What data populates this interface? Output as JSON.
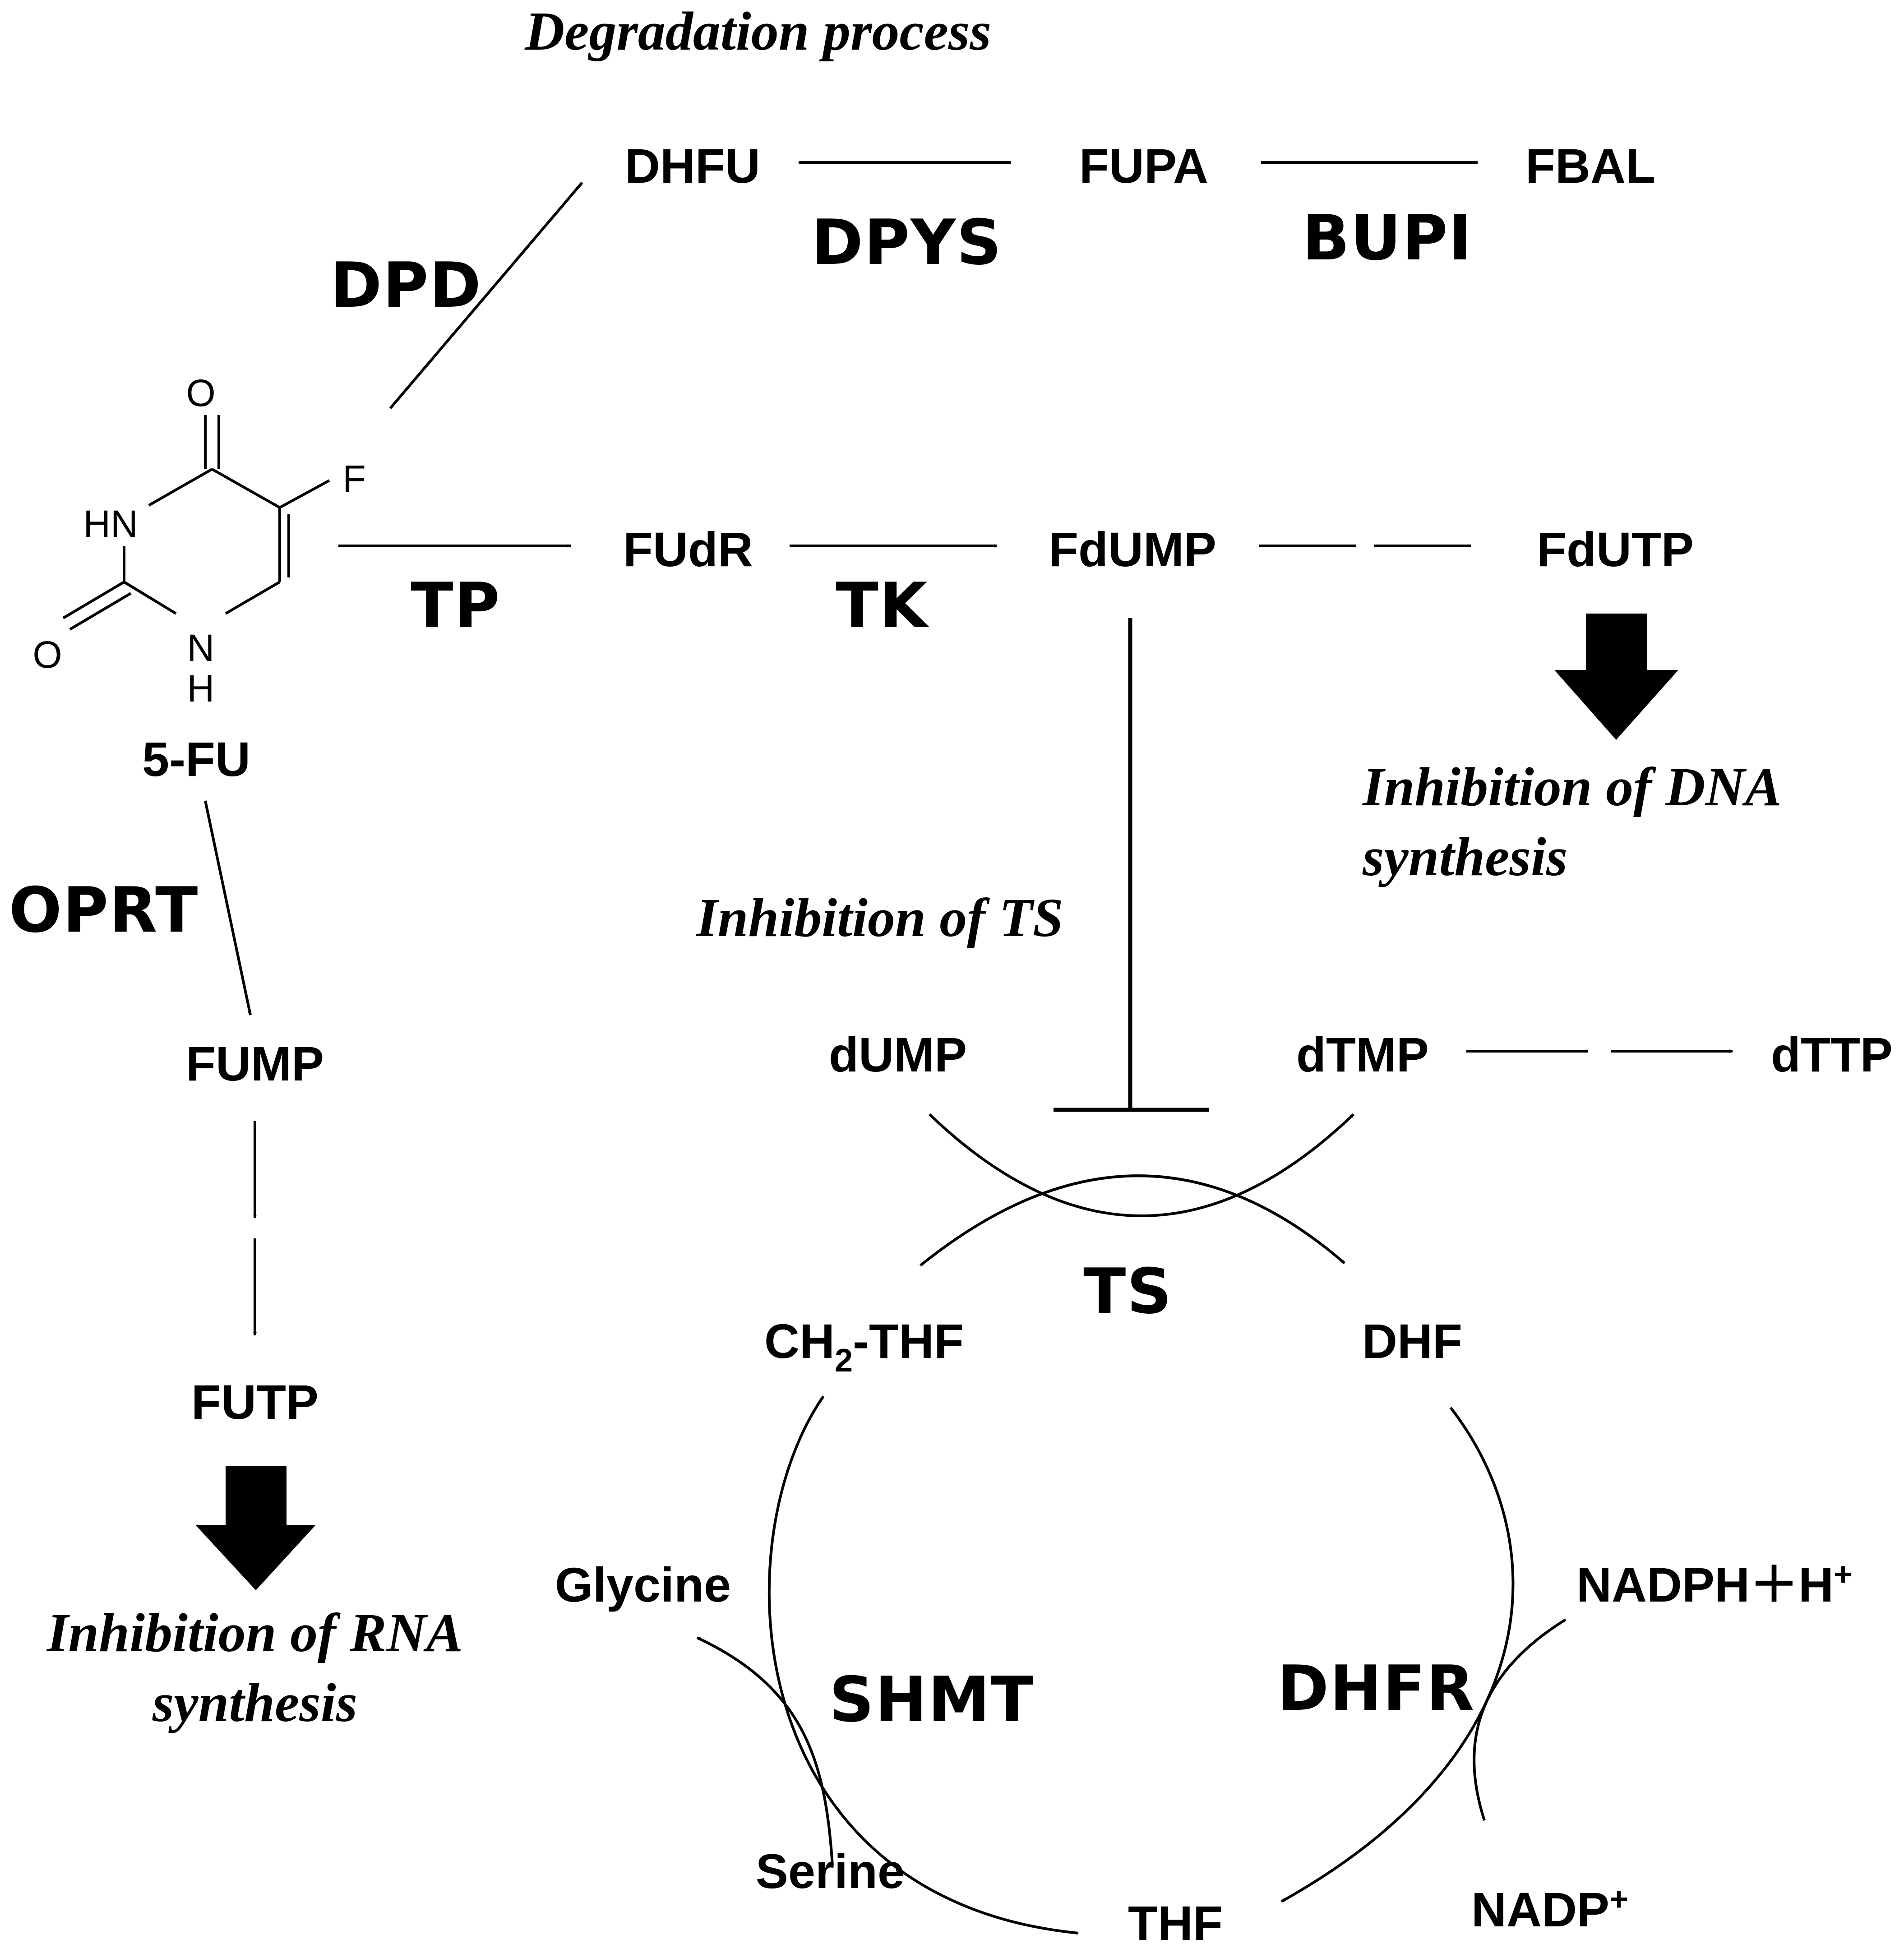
{
  "labels": {
    "degradation_process": "Degradation process",
    "inhibition_dna_1": "Inhibition of DNA",
    "inhibition_dna_2": "synthesis",
    "inhibition_rna_1": "Inhibition of RNA",
    "inhibition_rna_2": "synthesis",
    "inhibition_ts": "Inhibition of TS"
  },
  "metabolites": {
    "dhfu": "DHFU",
    "fupa": "FUPA",
    "fbal": "FBAL",
    "five_fu": "5-FU",
    "fudr": "FUdR",
    "fdump": "FdUMP",
    "fdutp": "FdUTP",
    "fump": "FUMP",
    "futp": "FUTP",
    "dump": "dUMP",
    "dtmp": "dTMP",
    "dttp": "dTTP",
    "ch2thf_prefix": "CH",
    "ch2thf_sub": "2",
    "ch2thf_suffix": "-THF",
    "dhf": "DHF",
    "thf": "THF",
    "glycine": "Glycine",
    "serine": "Serine",
    "nadph": "NADPH＋H",
    "nadph_sup": "+",
    "nadp": "NADP",
    "nadp_sup": "+"
  },
  "enzymes": {
    "dpd": "DPD",
    "dpys": "DPYS",
    "bupi": "BUPI",
    "tp": "TP",
    "tk": "TK",
    "oprt": "OPRT",
    "ts": "TS",
    "shmt": "SHMT",
    "dhfr": "DHFR"
  },
  "structure_atoms": {
    "o_top": "O",
    "f": "F",
    "hn": "HN",
    "o_left": "O",
    "n": "N",
    "h": "H"
  }
}
